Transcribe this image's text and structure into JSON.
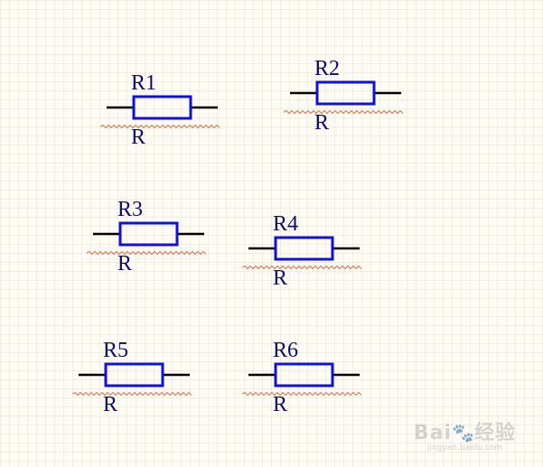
{
  "components": [
    {
      "designator": "R1",
      "value": "R"
    },
    {
      "designator": "R2",
      "value": "R"
    },
    {
      "designator": "R3",
      "value": "R"
    },
    {
      "designator": "R4",
      "value": "R"
    },
    {
      "designator": "R5",
      "value": "R"
    },
    {
      "designator": "R6",
      "value": "R"
    }
  ],
  "colors": {
    "background": "#fdfbf4",
    "body_stroke": "#1010d8",
    "pin": "#000000",
    "label": "#0c0c6e",
    "error_squiggle": "#e07050"
  },
  "watermark": {
    "brand": "Bai",
    "paw": "🐾",
    "brand_suffix": "经验",
    "url": "jingyan.baidu.com"
  }
}
